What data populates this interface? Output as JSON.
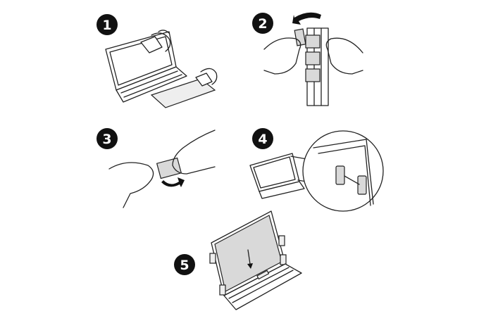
{
  "steps": [
    {
      "number": "1"
    },
    {
      "number": "2"
    },
    {
      "number": "3"
    },
    {
      "number": "4"
    },
    {
      "number": "5"
    }
  ],
  "colors": {
    "badge": "#111111",
    "panel": "#d9d9d9",
    "line": "#222222"
  }
}
